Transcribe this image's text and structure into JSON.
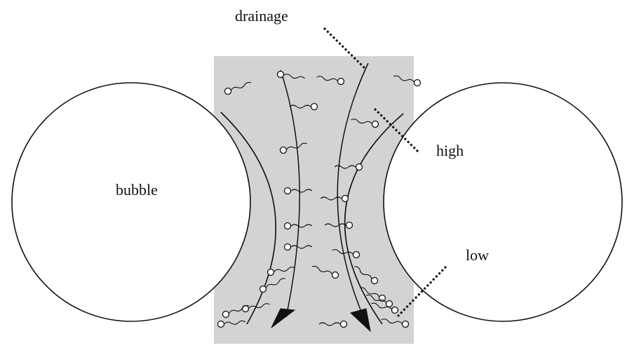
{
  "colors": {
    "film": "#d3d3d3",
    "ink": "#111111",
    "background": "#ffffff"
  },
  "labels": {
    "drainage": "drainage",
    "bubble": "bubble",
    "high": "high",
    "low": "low"
  },
  "surfactant_glyph": "surfactant molecule: circular head with wavy tail"
}
